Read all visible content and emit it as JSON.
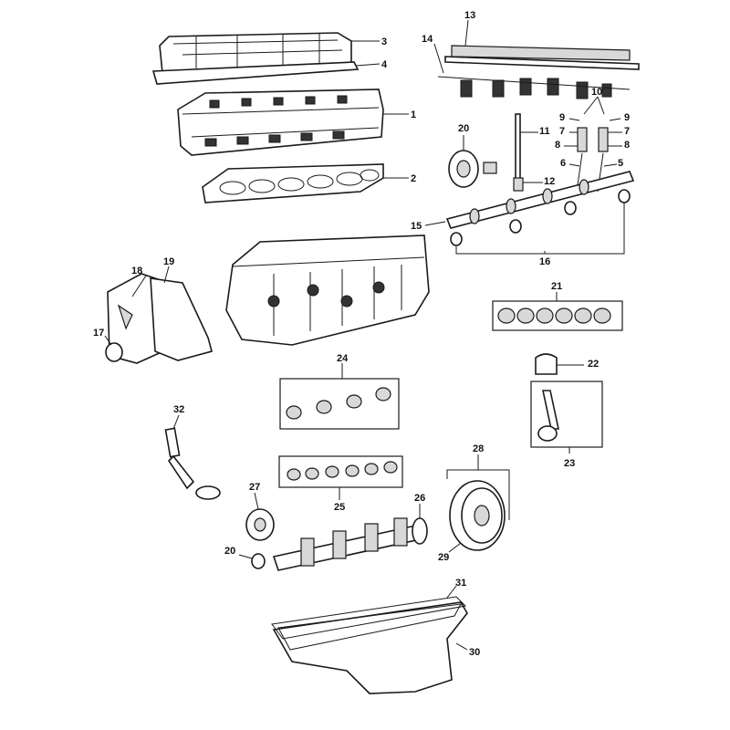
{
  "diagram": {
    "title": "Engine exploded parts diagram",
    "callouts": {
      "c1": "1",
      "c2": "2",
      "c3": "3",
      "c4": "4",
      "c5": "5",
      "c6": "6",
      "c7a": "7",
      "c7b": "7",
      "c8a": "8",
      "c8b": "8",
      "c9a": "9",
      "c9b": "9",
      "c10": "10",
      "c11": "11",
      "c12": "12",
      "c13": "13",
      "c14": "14",
      "c15": "15",
      "c16": "16",
      "c17": "17",
      "c18": "18",
      "c19": "19",
      "c20a": "20",
      "c20b": "20",
      "c21": "21",
      "c22": "22",
      "c23": "23",
      "c24": "24",
      "c25": "25",
      "c26": "26",
      "c27": "27",
      "c28": "28",
      "c29": "29",
      "c30": "30",
      "c31": "31",
      "c32": "32"
    },
    "colors": {
      "line": "#1a1a1a",
      "background": "#ffffff"
    }
  }
}
